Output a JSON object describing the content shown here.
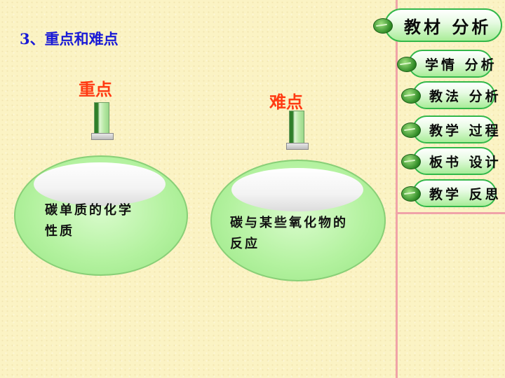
{
  "section_title": "3、重点和难点",
  "left": {
    "heading": "重点",
    "content_line1": "碳单质的化学",
    "content_line2": "性质"
  },
  "right": {
    "heading": "难点",
    "content_line1": "碳与某些氧化物的",
    "content_line2": "反应"
  },
  "nav": {
    "main": "教材 分析",
    "items": [
      "学情 分析",
      "教法 分析",
      "教学 过程",
      "板书 设计",
      "教学 反思"
    ]
  },
  "colors": {
    "background": "#fbf3c4",
    "title_blue": "#1a1ad6",
    "heading_red": "#ff3a12",
    "divider_pink": "#f0a3a8",
    "nav_green": "#33b84a"
  }
}
